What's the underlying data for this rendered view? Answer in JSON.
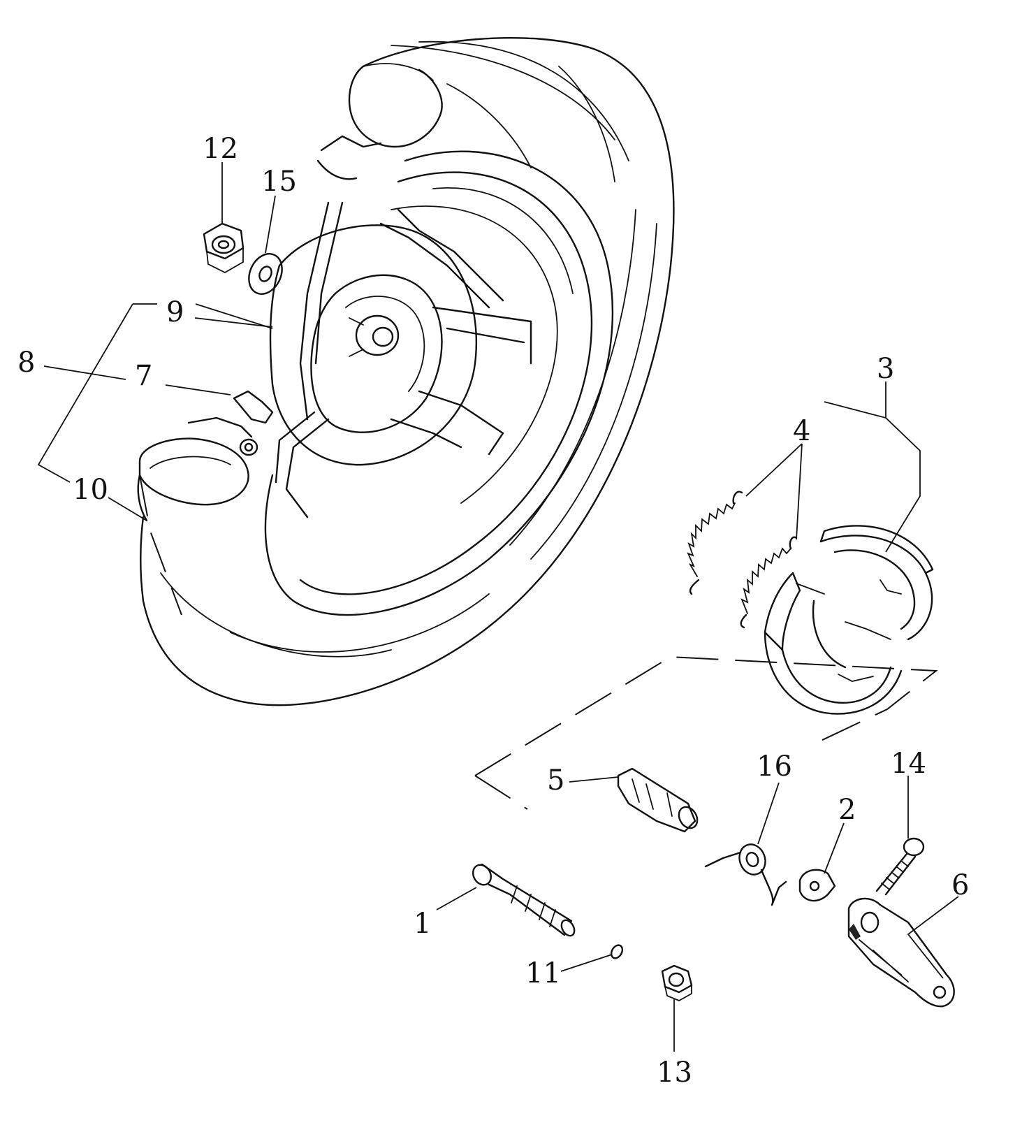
{
  "diagram": {
    "title": "Rear wheel assembly exploded view",
    "callouts": [
      "1",
      "2",
      "3",
      "4",
      "5",
      "6",
      "7",
      "8",
      "9",
      "10",
      "11",
      "12",
      "13",
      "14",
      "15",
      "16"
    ],
    "colors": {
      "ink": "#111111",
      "paper": "#ffffff"
    }
  }
}
